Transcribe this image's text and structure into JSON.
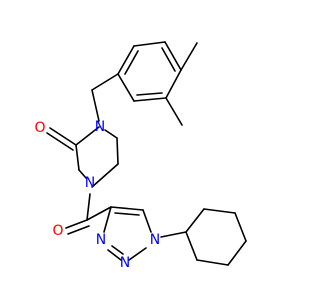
{
  "molecule": {
    "atoms": {
      "carbonyl_o_ring": {
        "symbol": "O",
        "color": "#ff0000"
      },
      "amide_n": {
        "symbol": "N",
        "color": "#0000ff"
      },
      "piperazine_n4": {
        "symbol": "N",
        "color": "#0000ff"
      },
      "acyl_o": {
        "symbol": "O",
        "color": "#ff0000"
      },
      "triazole_n1": {
        "symbol": "N",
        "color": "#0000ff"
      },
      "triazole_n2": {
        "symbol": "N",
        "color": "#0000ff"
      },
      "triazole_n3": {
        "symbol": "N",
        "color": "#0000ff"
      }
    },
    "bond_color": "#000000"
  }
}
